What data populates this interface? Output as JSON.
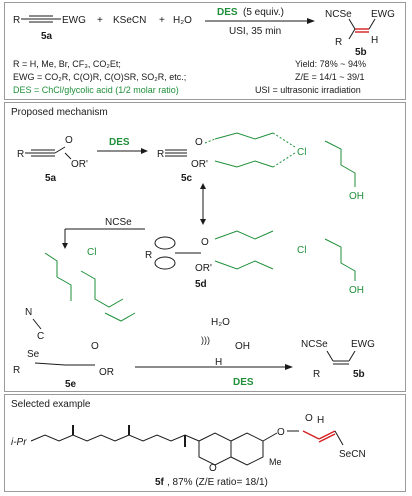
{
  "reaction": {
    "reactant_r": "R",
    "ewg": "EWG",
    "label_5a": "5a",
    "plus1": "+",
    "kscn": "KSeCN",
    "plus2": "+",
    "water": "H₂O",
    "des_cond": "DES",
    "des_equiv": "(5 equiv.)",
    "usi_cond": "USI, 35 min",
    "prod_ncse": "NCSe",
    "prod_ewg": "EWG",
    "prod_h": "H",
    "label_5b": "5b",
    "r_def": "R = H, Me, Br, CF₃, CO₂Et;",
    "yield": "Yield: 78% ~ 94%",
    "ewg_def": "EWG = CO₂R, C(O)R, C(O)SR, SO₂R, etc.;",
    "ze": "Z/E = 14/1 ~ 39/1",
    "des_def": "DES = ChCl/glycolic acid (1/2 molar ratio)",
    "usi_def": "USI = ultrasonic irradiation"
  },
  "mechanism": {
    "title": "Proposed mechanism",
    "r": "R",
    "o": "O",
    "or": "OR'",
    "label_5a": "5a",
    "des": "DES",
    "label_5c": "5c",
    "label_5d": "5d",
    "label_5e": "5e",
    "label_5b": "5b",
    "ncse": "NCSe",
    "cl": "Cl",
    "oh": "OH",
    "h2o": "H₂O",
    "oh_minus": "OH",
    "h_plus": "H",
    "des_out": "DES",
    "prod_ncse": "NCSe",
    "prod_ewg": "EWG",
    "se": "Se",
    "n": "N",
    "c": "C",
    "or2": "OR"
  },
  "example": {
    "title": "Selected example",
    "ipr": "i-Pr",
    "o": "O",
    "me": "Me",
    "h": "H",
    "secn": "SeCN",
    "label": "5f",
    "yield_text": ", 87% (Z/E ratio= 18/1)"
  },
  "colors": {
    "green": "#1f8f3a",
    "red": "#d42020",
    "text": "#1a1a1a",
    "border": "#9a9a9a"
  }
}
